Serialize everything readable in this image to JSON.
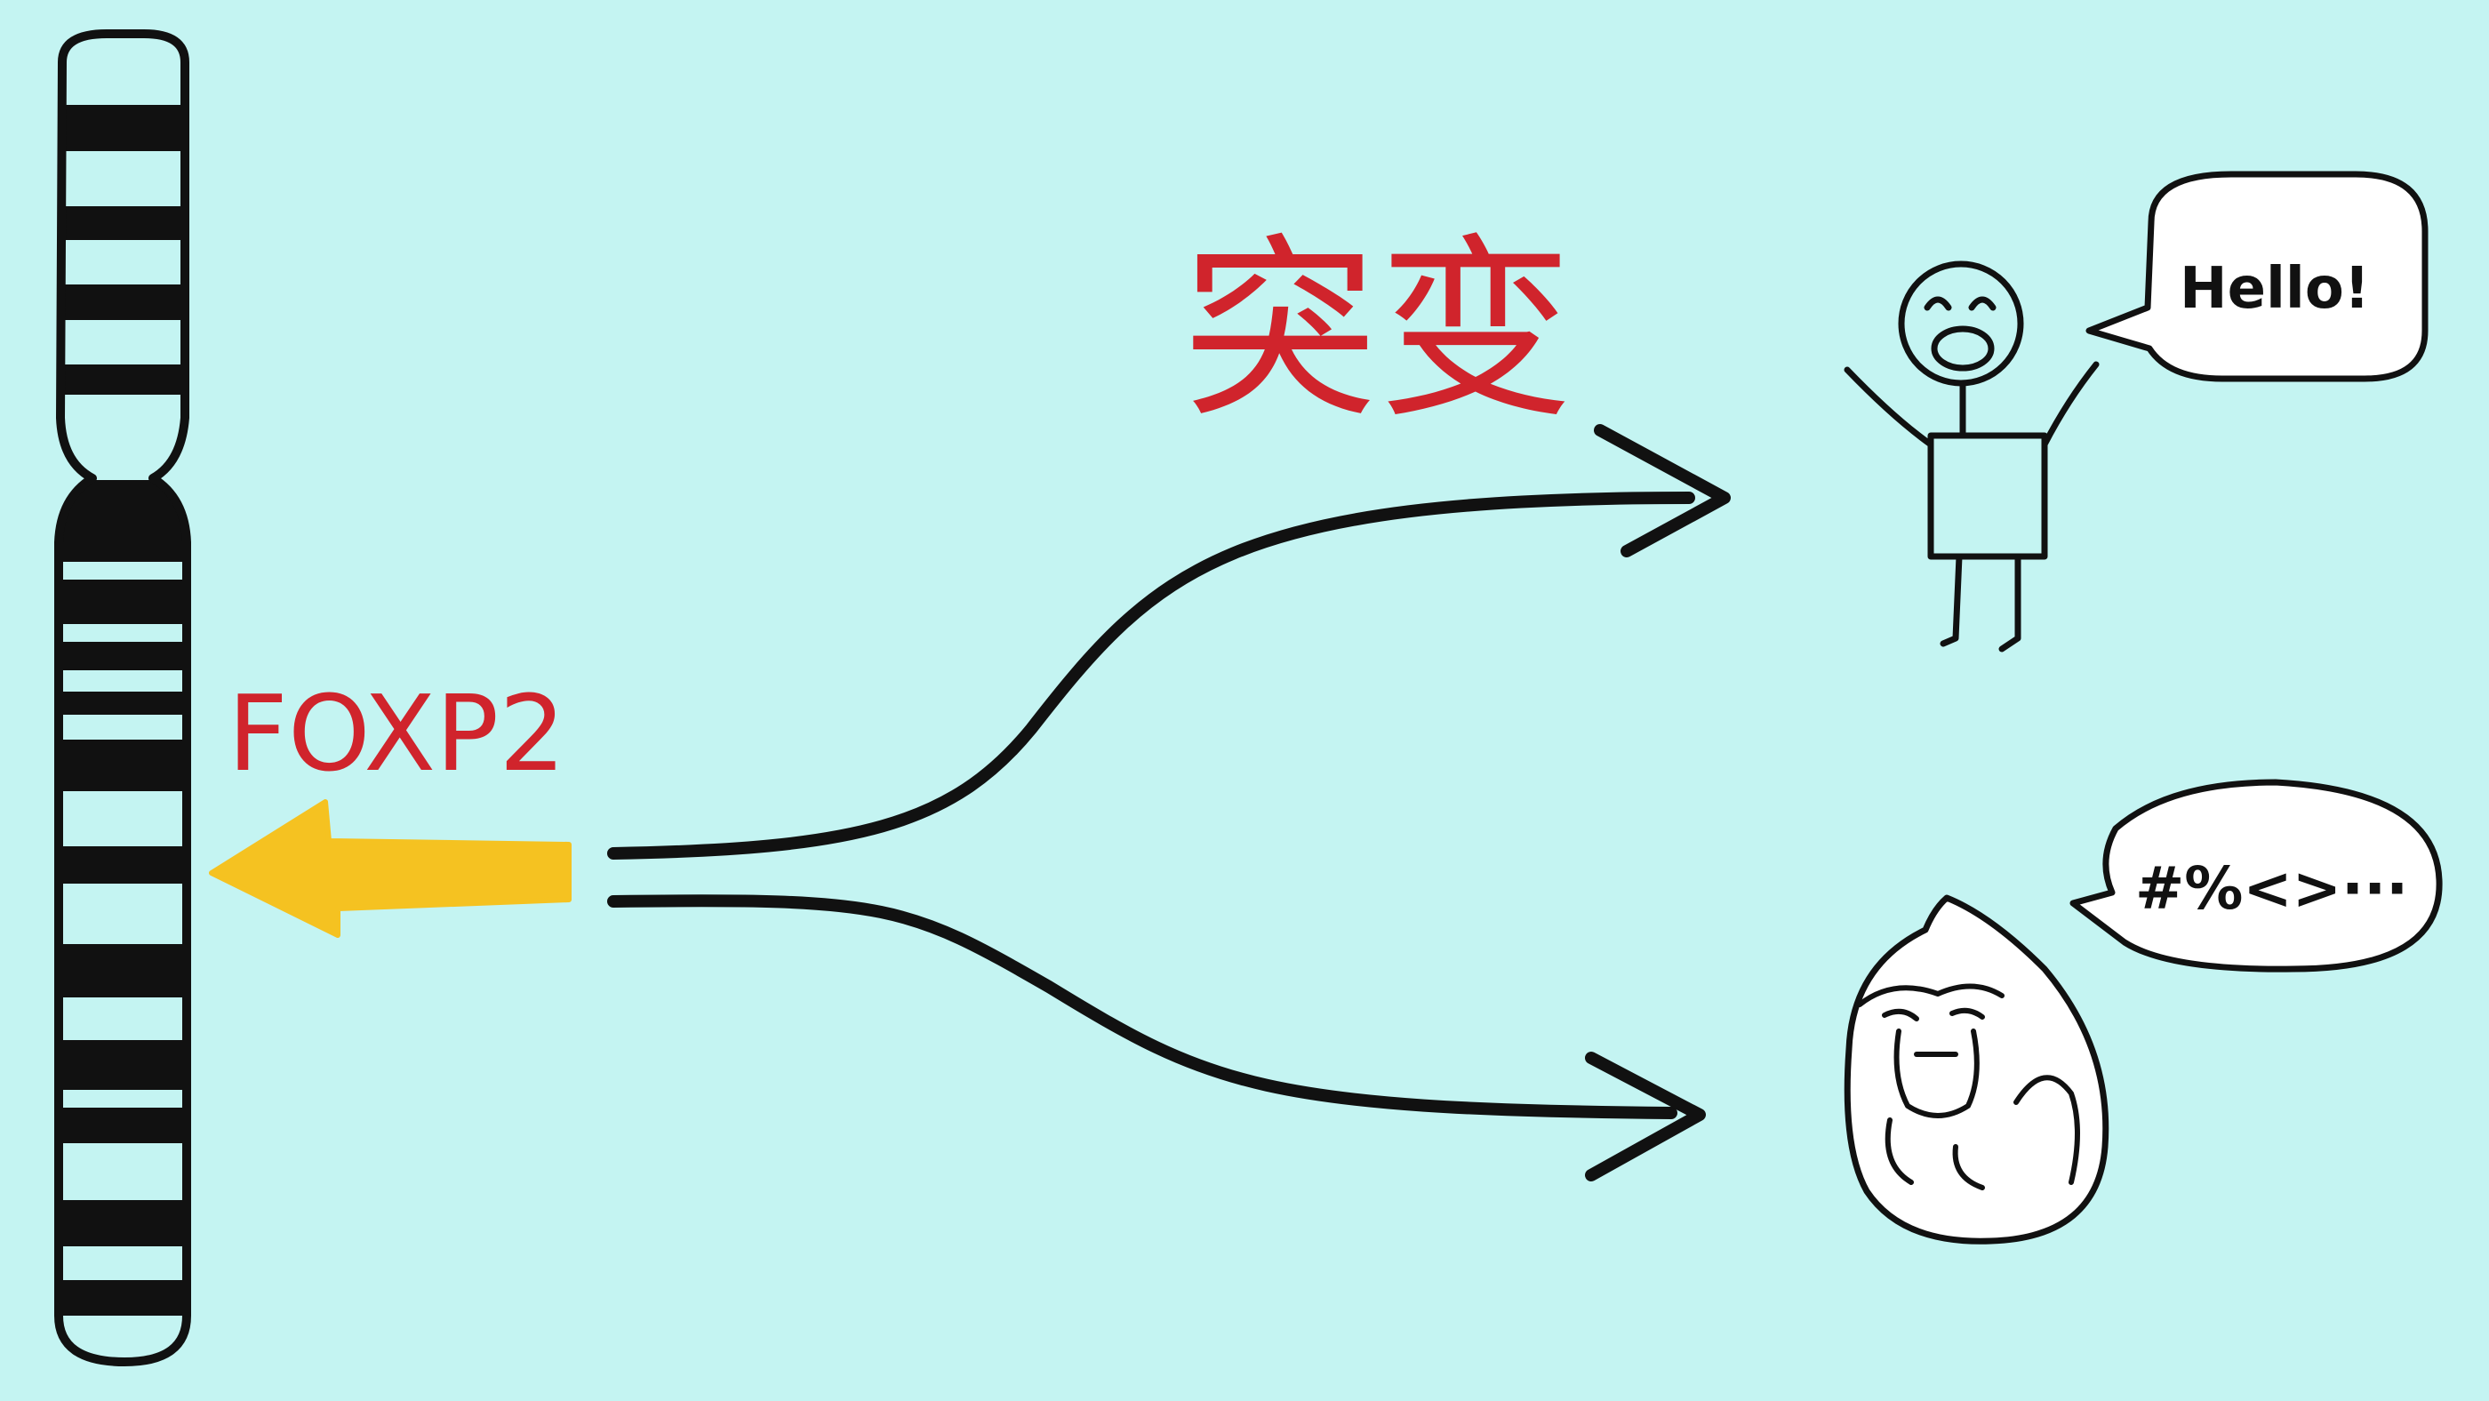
{
  "gene_label": "FOXP2",
  "mutation_label": "突变",
  "human_speech": "Hello!",
  "ape_speech": "#%<>···",
  "colors": {
    "background": "#c4f4f2",
    "label_red": "#d0242c",
    "arrow_yellow": "#f5c221",
    "ink": "#111111"
  }
}
